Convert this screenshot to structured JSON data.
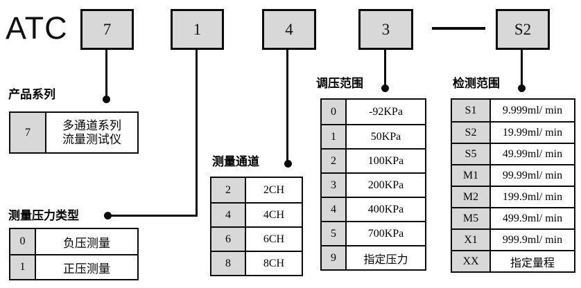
{
  "model": {
    "prefix": "ATC",
    "code_boxes": [
      {
        "id": "series",
        "value": "7"
      },
      {
        "id": "pressure_type",
        "value": "1"
      },
      {
        "id": "channels",
        "value": "4"
      },
      {
        "id": "pressure_range",
        "value": "3"
      },
      {
        "id": "detection_range",
        "value": "S2"
      }
    ]
  },
  "tables": {
    "series": {
      "title": "产品系列",
      "rows": [
        {
          "key": "7",
          "value": "多通道系列\n流量测试仪"
        }
      ]
    },
    "pressure_type": {
      "title": "测量压力类型",
      "rows": [
        {
          "key": "0",
          "value": "负压测量"
        },
        {
          "key": "1",
          "value": "正压测量"
        }
      ]
    },
    "channels": {
      "title": "测量通道",
      "rows": [
        {
          "key": "2",
          "value": "2CH"
        },
        {
          "key": "4",
          "value": "4CH"
        },
        {
          "key": "6",
          "value": "6CH"
        },
        {
          "key": "8",
          "value": "8CH"
        }
      ]
    },
    "pressure_range": {
      "title": "调压范围",
      "rows": [
        {
          "key": "0",
          "value": "-92KPa"
        },
        {
          "key": "1",
          "value": "50KPa"
        },
        {
          "key": "2",
          "value": "100KPa"
        },
        {
          "key": "3",
          "value": "200KPa"
        },
        {
          "key": "4",
          "value": "400KPa"
        },
        {
          "key": "5",
          "value": "700KPa"
        },
        {
          "key": "9",
          "value": "指定压力"
        }
      ]
    },
    "detection_range": {
      "title": "检测范围",
      "rows": [
        {
          "key": "S1",
          "value": "9.999ml/ min"
        },
        {
          "key": "S2",
          "value": "19.99ml/ min"
        },
        {
          "key": "S5",
          "value": "49.99ml/ min"
        },
        {
          "key": "M1",
          "value": "99.99ml/ min"
        },
        {
          "key": "M2",
          "value": "199.9ml/ min"
        },
        {
          "key": "M5",
          "value": "499.9ml/ min"
        },
        {
          "key": "X1",
          "value": "999.9ml/ min"
        },
        {
          "key": "XX",
          "value": "指定量程"
        }
      ]
    }
  },
  "colors": {
    "box_fill": "#d8d8d8",
    "line": "#0a0a0a",
    "background": "#ffffff"
  }
}
